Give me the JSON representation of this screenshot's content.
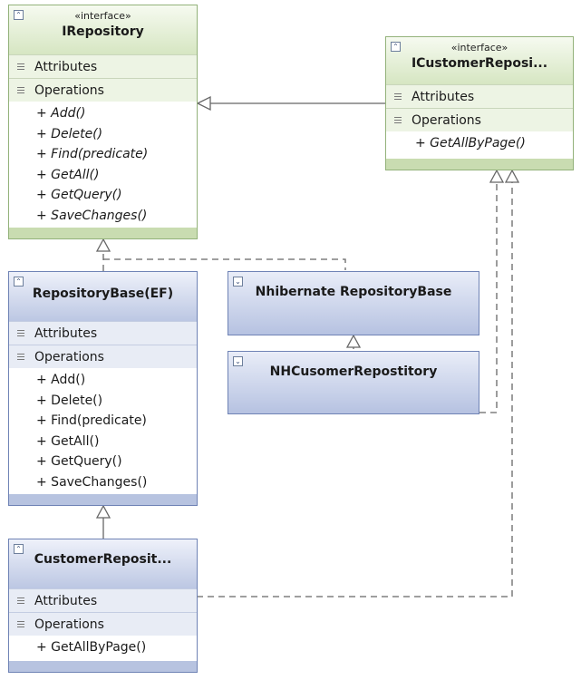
{
  "classes": {
    "irepository": {
      "stereotype": "«interface»",
      "name": "IRepository",
      "attributes_label": "Attributes",
      "operations_label": "Operations",
      "operations": [
        "+ Add()",
        "+ Delete()",
        "+ Find(predicate)",
        "+ GetAll()",
        "+ GetQuery()",
        "+ SaveChanges()"
      ]
    },
    "icustomer_repository": {
      "stereotype": "«interface»",
      "name": "ICustomerReposi...",
      "attributes_label": "Attributes",
      "operations_label": "Operations",
      "operations": [
        "+ GetAllByPage()"
      ]
    },
    "repository_base_ef": {
      "name": "RepositoryBase(EF)",
      "attributes_label": "Attributes",
      "operations_label": "Operations",
      "operations": [
        "+ Add()",
        "+ Delete()",
        "+ Find(predicate)",
        "+ GetAll()",
        "+ GetQuery()",
        "+ SaveChanges()"
      ]
    },
    "nhibernate_repository_base": {
      "name": "Nhibernate RepositoryBase"
    },
    "nh_customer_repository": {
      "name": "NHCusomerRepostitory"
    },
    "customer_repository": {
      "name": "CustomerReposit...",
      "attributes_label": "Attributes",
      "operations_label": "Operations",
      "operations": [
        "+ GetAllByPage()"
      ]
    }
  },
  "relations": [
    {
      "from": "icustomer_repository",
      "to": "irepository",
      "type": "generalization"
    },
    {
      "from": "repository_base_ef",
      "to": "irepository",
      "type": "realization"
    },
    {
      "from": "nhibernate_repository_base",
      "to": "irepository",
      "type": "realization"
    },
    {
      "from": "nh_customer_repository",
      "to": "nhibernate_repository_base",
      "type": "generalization"
    },
    {
      "from": "customer_repository",
      "to": "repository_base_ef",
      "type": "generalization"
    },
    {
      "from": "nh_customer_repository",
      "to": "icustomer_repository",
      "type": "realization"
    },
    {
      "from": "customer_repository",
      "to": "icustomer_repository",
      "type": "realization"
    }
  ],
  "colors": {
    "interface_border": "#93b27a",
    "interface_header": "#d6e6c2",
    "class_border": "#6f83b5",
    "class_header": "#bcc7e3",
    "connector": "#666666"
  }
}
